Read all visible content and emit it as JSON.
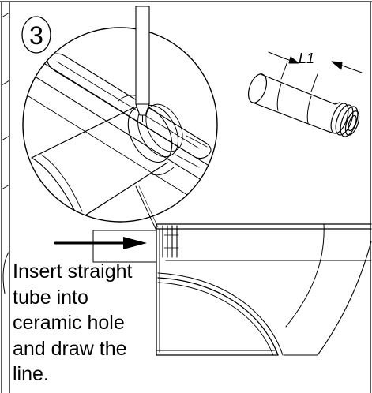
{
  "step": {
    "number": "3"
  },
  "dimension": {
    "label": "L1"
  },
  "instruction": {
    "text": "Insert straight\ntube into\nceramic hole\nand draw the\nline."
  },
  "colors": {
    "ink": "#000000",
    "background": "#ffffff"
  }
}
